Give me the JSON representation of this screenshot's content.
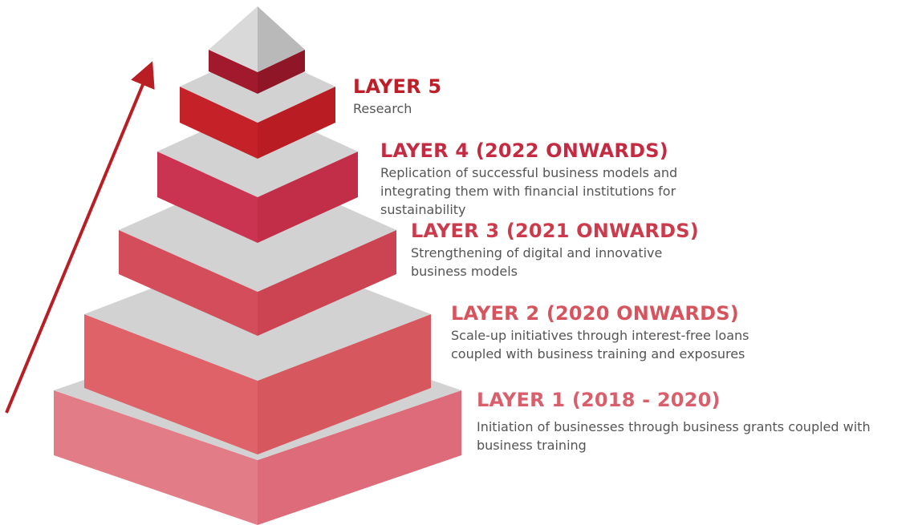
{
  "colors": {
    "top_face": "#d2d2d2",
    "pyramid_cap": "#c8c8c8",
    "arrow": "#b81e24"
  },
  "layers": [
    {
      "title": "LAYER 1 (2018 - 2020)",
      "description": "Initiation of businesses through business grants coupled with business training",
      "title_color": "#d95f6d",
      "left_face": "#e27d88",
      "right_face": "#dd6b7a"
    },
    {
      "title": "LAYER 2 (2020 ONWARDS)",
      "description": "Scale-up initiatives through interest-free loans coupled with business training and exposures",
      "title_color": "#d6545e",
      "left_face": "#df6268",
      "right_face": "#d7575e"
    },
    {
      "title": "LAYER 3 (2021 ONWARDS)",
      "description": "Strengthening of digital and innovative business models",
      "title_color": "#cc3b4b",
      "left_face": "#d44d5a",
      "right_face": "#cc4352"
    },
    {
      "title": "LAYER 4 (2022 ONWARDS)",
      "description": "Replication of successful business models and integrating them with financial institutions for sustainability",
      "title_color": "#c42b42",
      "left_face": "#cb3450",
      "right_face": "#c22d48"
    },
    {
      "title": "LAYER 5",
      "description": "Research",
      "title_color": "#bd1e27",
      "left_face": "#c42228",
      "right_face": "#b91d23"
    },
    {
      "title": "",
      "description": "",
      "title_color": "",
      "left_face": "#a0192c",
      "right_face": "#8f1626"
    }
  ]
}
